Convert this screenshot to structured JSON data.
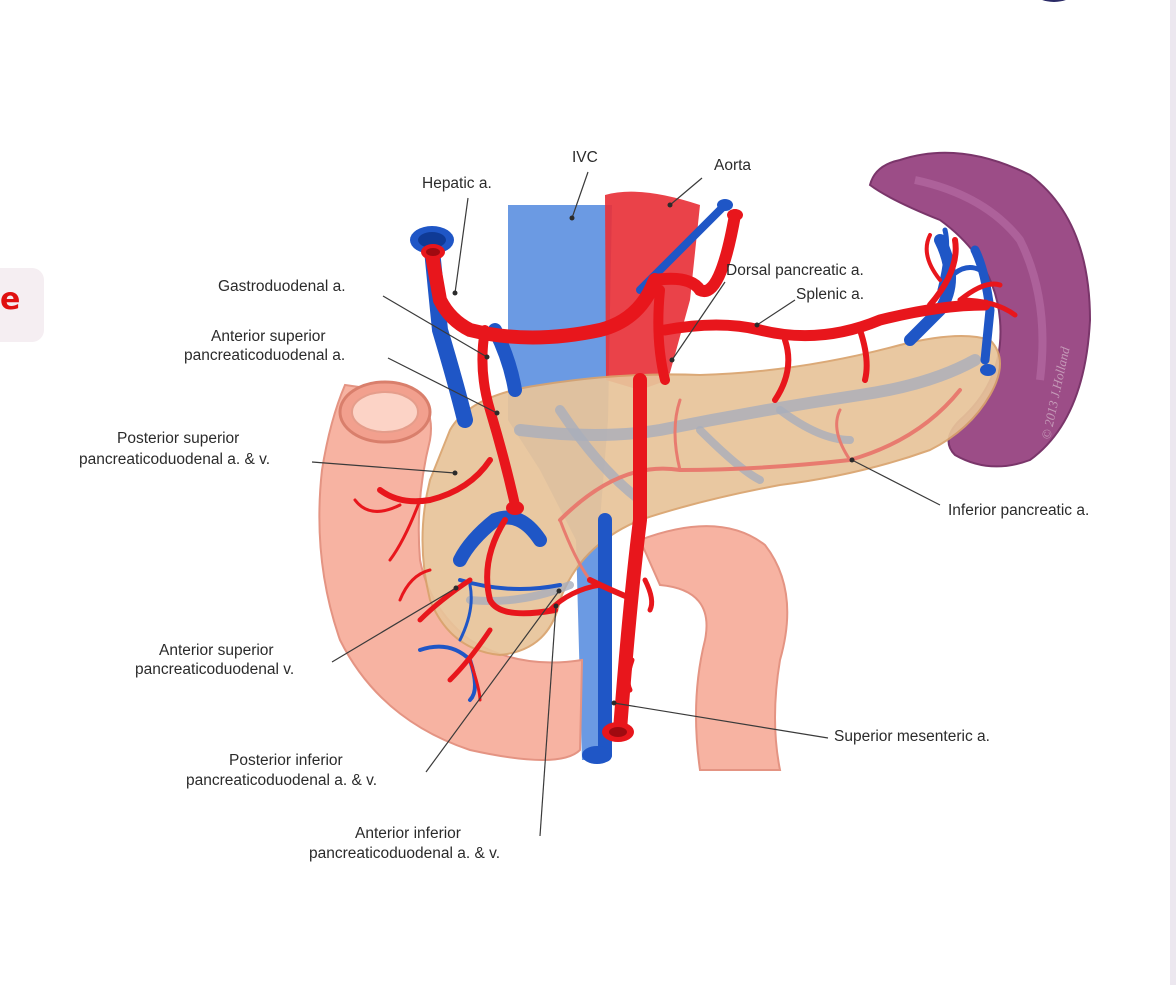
{
  "edge_tab": {
    "letter": "e"
  },
  "signature": "© 2013 J.Holland",
  "labels": {
    "ivc": "IVC",
    "aorta": "Aorta",
    "hepatic": "Hepatic a.",
    "dorsal_pancreatic": "Dorsal pancreatic a.",
    "splenic": "Splenic a.",
    "gastroduodenal": "Gastroduodenal a.",
    "ant_sup_pd_a_1": "Anterior superior",
    "ant_sup_pd_a_2": "pancreaticoduodenal a.",
    "post_sup_pd_1": "Posterior superior",
    "post_sup_pd_2": "pancreaticoduodenal a. & v.",
    "inferior_pancreatic": "Inferior pancreatic a.",
    "ant_sup_pd_v_1": "Anterior superior",
    "ant_sup_pd_v_2": "pancreaticoduodenal v.",
    "sma": "Superior mesenteric a.",
    "post_inf_pd_1": "Posterior inferior",
    "post_inf_pd_2": "pancreaticoduodenal a. & v.",
    "ant_inf_pd_1": "Anterior inferior",
    "ant_inf_pd_2": "pancreaticoduodenal a. & v."
  },
  "colors": {
    "artery": "#e8161c",
    "vein": "#1f56c6",
    "pancreas": "#e8c49a",
    "duodenum": "#f7b3a2",
    "spleen": "#9c4d87"
  }
}
